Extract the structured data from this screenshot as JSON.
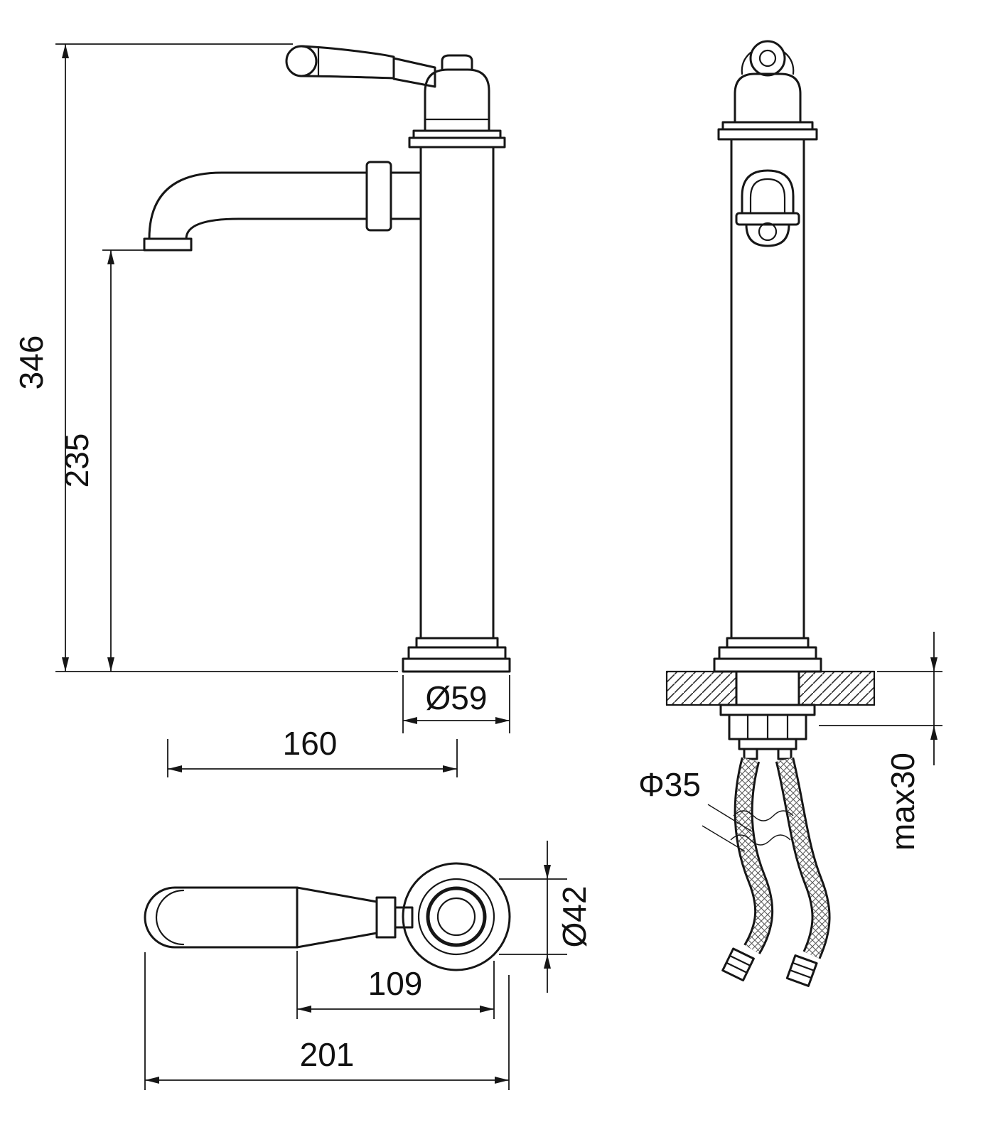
{
  "drawing": {
    "type": "technical-dimension-drawing",
    "subject": "tall single-lever basin mixer faucet, three orthographic views",
    "dimensions": {
      "overall_height": "346",
      "spout_outlet_height": "235",
      "base_diameter": "Ø59",
      "spout_reach": "160",
      "mounting_hole_diameter": "Φ35",
      "max_mounting_thickness": "max30",
      "body_diameter": "Ø42",
      "handle_length": "109",
      "overall_depth": "201"
    },
    "line_color": "#161616",
    "background_color": "#ffffff"
  }
}
